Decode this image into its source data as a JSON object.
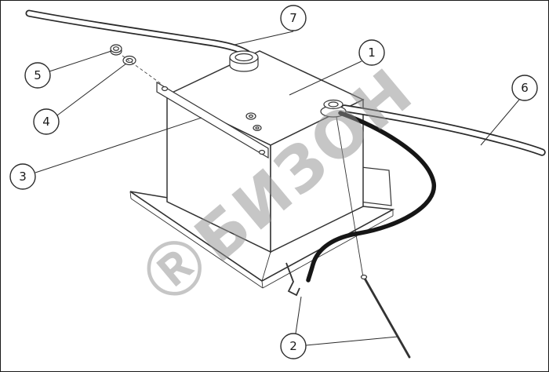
{
  "diagram": {
    "type": "exploded-parts-diagram",
    "background": "#ffffff",
    "line_color": "#333333",
    "dark_hose_color": "#161616",
    "callouts": [
      "1",
      "2",
      "3",
      "4",
      "5",
      "6",
      "7"
    ],
    "watermark": {
      "symbol": "Ⓡ",
      "text": "БИЗОН",
      "color_hex": "#919191"
    }
  }
}
